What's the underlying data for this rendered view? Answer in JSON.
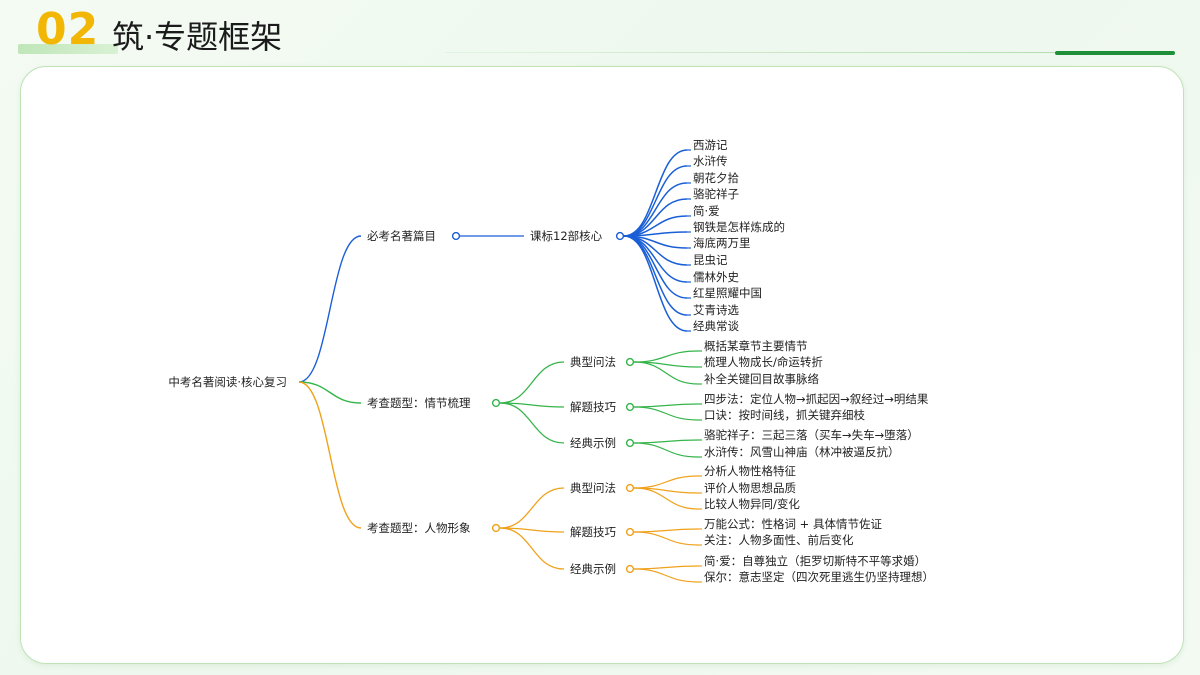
{
  "header": {
    "number": "02",
    "title": "筑·专题框架"
  },
  "colors": {
    "blue": "#1a5fd6",
    "green": "#35b44a",
    "orange": "#f0a11a",
    "accent": "#1f8f3a",
    "number": "#f2b705"
  },
  "mindmap": {
    "root": "中考名著阅读·核心复习",
    "branches": [
      {
        "label": "必考名著篇目",
        "color": "blue",
        "children": [
          {
            "label": "课标12部核心",
            "items": [
              "西游记",
              "水浒传",
              "朝花夕拾",
              "骆驼祥子",
              "简·爱",
              "钢铁是怎样炼成的",
              "海底两万里",
              "昆虫记",
              "儒林外史",
              "红星照耀中国",
              "艾青诗选",
              "经典常谈"
            ]
          }
        ]
      },
      {
        "label": "考查题型：情节梳理",
        "color": "green",
        "children": [
          {
            "label": "典型问法",
            "items": [
              "概括某章节主要情节",
              "梳理人物成长/命运转折",
              "补全关键回目故事脉络"
            ]
          },
          {
            "label": "解题技巧",
            "items": [
              "四步法：定位人物→抓起因→叙经过→明结果",
              "口诀：按时间线，抓关键弃细枝"
            ]
          },
          {
            "label": "经典示例",
            "items": [
              "骆驼祥子：三起三落（买车→失车→堕落）",
              "水浒传：风雪山神庙（林冲被逼反抗）"
            ]
          }
        ]
      },
      {
        "label": "考查题型：人物形象",
        "color": "orange",
        "children": [
          {
            "label": "典型问法",
            "items": [
              "分析人物性格特征",
              "评价人物思想品质",
              "比较人物异同/变化"
            ]
          },
          {
            "label": "解题技巧",
            "items": [
              "万能公式：性格词 + 具体情节佐证",
              "关注：人物多面性、前后变化"
            ]
          },
          {
            "label": "经典示例",
            "items": [
              "简·爱：自尊独立（拒罗切斯特不平等求婚）",
              "保尔：意志坚定（四次死里逃生仍坚持理想）"
            ]
          }
        ]
      }
    ]
  }
}
